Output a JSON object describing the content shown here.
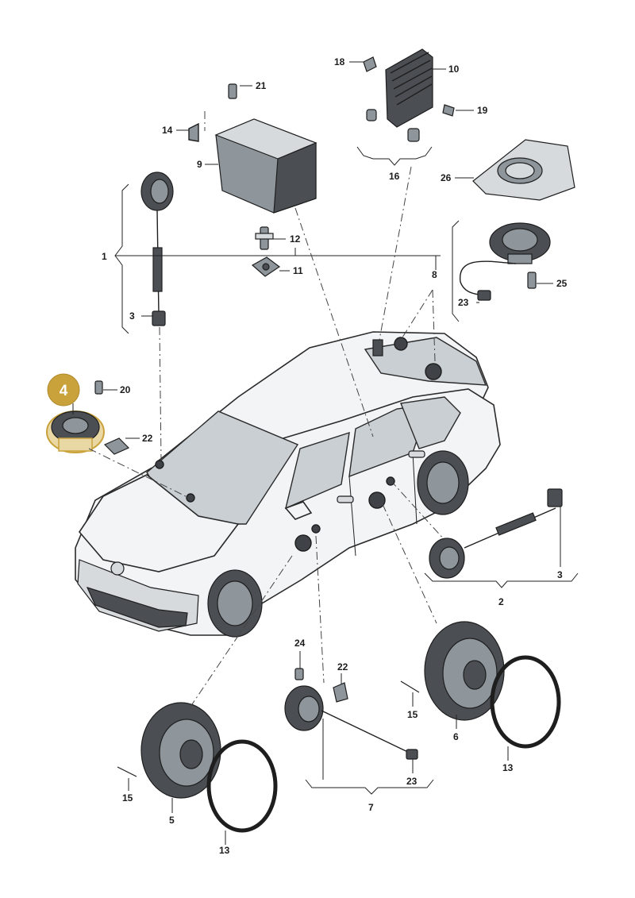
{
  "highlighted_part": {
    "number": "4",
    "color": "#c9a23c"
  },
  "callouts": {
    "c1": "1",
    "c2": "2",
    "c3a": "3",
    "c3b": "3",
    "c4": "4",
    "c5": "5",
    "c6": "6",
    "c7": "7",
    "c8": "8",
    "c9": "9",
    "c10": "10",
    "c11": "11",
    "c12": "12",
    "c13a": "13",
    "c13b": "13",
    "c14": "14",
    "c15a": "15",
    "c15b": "15",
    "c16": "16",
    "c18": "18",
    "c19": "19",
    "c20": "20",
    "c21": "21",
    "c22a": "22",
    "c22b": "22",
    "c23a": "23",
    "c23b": "23",
    "c24": "24",
    "c25": "25",
    "c26": "26"
  },
  "colors": {
    "line": "#222222",
    "car_body": "#f2f4f6",
    "glass": "#c9cfd3",
    "part_dark": "#4b4f54"
  }
}
